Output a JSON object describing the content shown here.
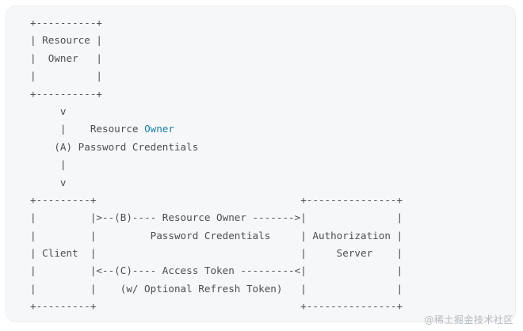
{
  "diagram": {
    "lines": [
      "+----------+",
      "| Resource |",
      "|  Owner   |",
      "|          |",
      "+----------+",
      "     v",
      "     |    Resource ",
      "    (A) Password Credentials",
      "     |",
      "     v",
      "+---------+                                  +---------------+",
      "|         |>--(B)---- Resource Owner ------->|               |",
      "|         |         Password Credentials     | Authorization |",
      "| Client  |                                  |     Server    |",
      "|         |<--(C)---- Access Token ---------<|               |",
      "|         |    (w/ Optional Refresh Token)   |               |",
      "+---------+                                  +---------------+"
    ],
    "highlight_word": "Owner",
    "highlight_color": "#1b7fa3"
  },
  "watermark": "@稀土掘金技术社区"
}
